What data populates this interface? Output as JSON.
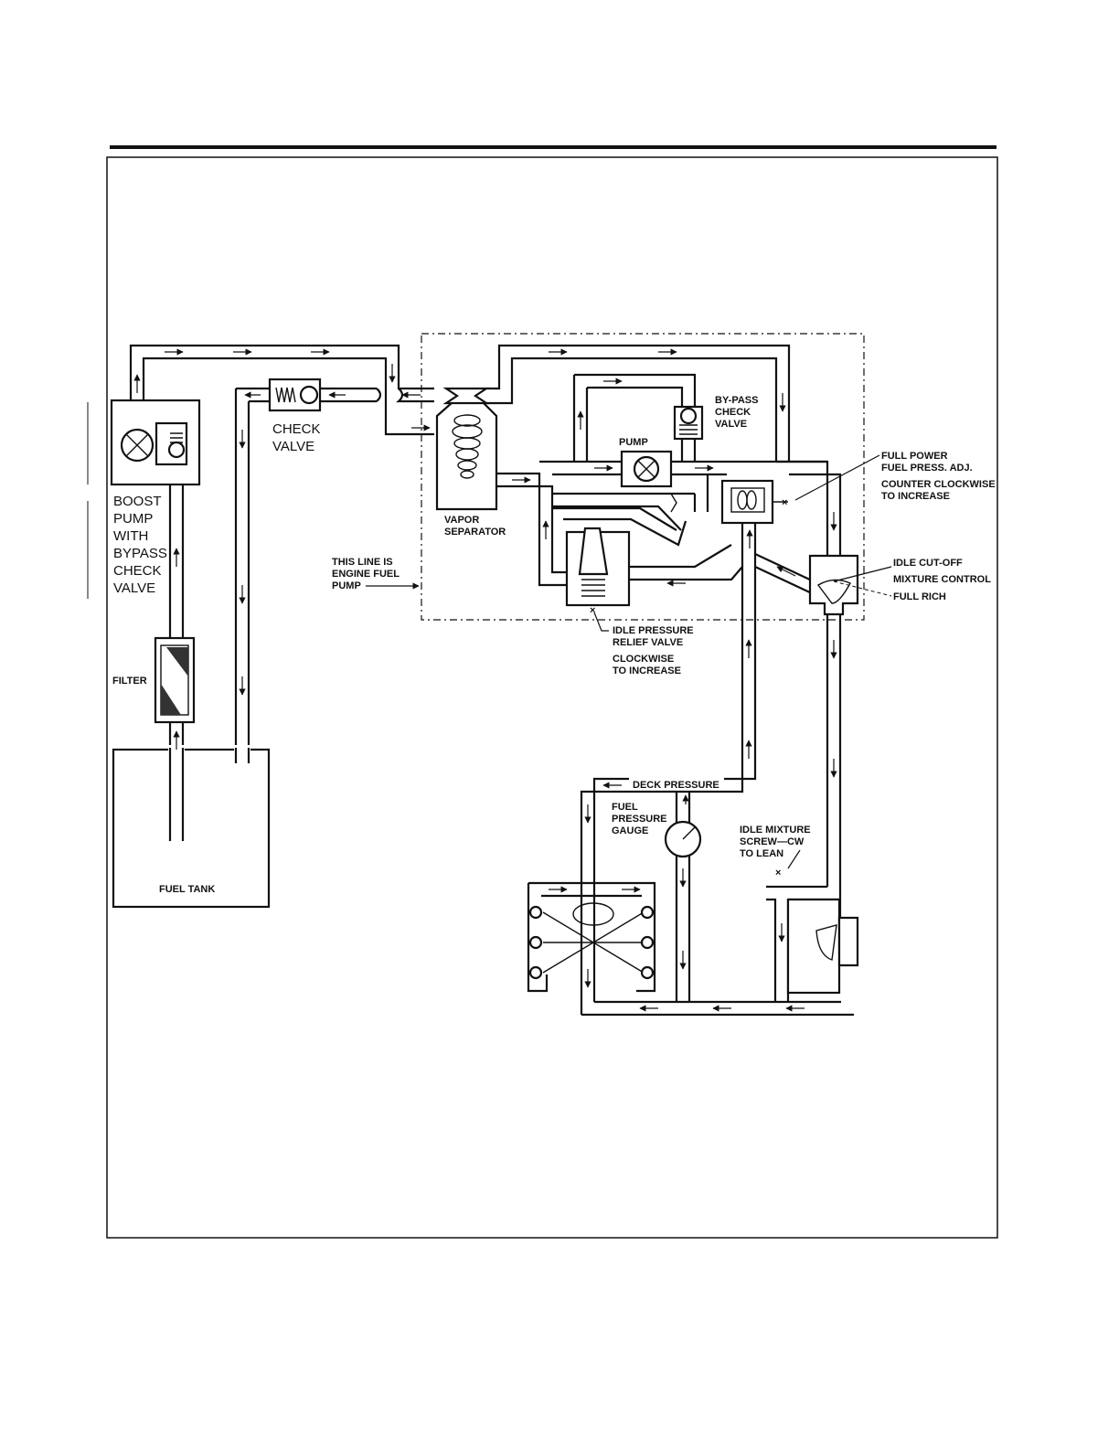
{
  "labels": {
    "check_valve_1": "CHECK",
    "check_valve_2": "VALVE",
    "boost_1": "BOOST",
    "boost_2": "PUMP",
    "boost_3": "WITH",
    "boost_4": "BYPASS",
    "boost_5": "CHECK",
    "boost_6": "VALVE",
    "filter": "FILTER",
    "fuel_tank": "FUEL TANK",
    "vapor_1": "VAPOR",
    "vapor_2": "SEPARATOR",
    "pump": "PUMP",
    "bypass_1": "BY-PASS",
    "bypass_2": "CHECK",
    "bypass_3": "VALVE",
    "full_power_1": "FULL POWER",
    "full_power_2": "FUEL PRESS. ADJ.",
    "full_power_3": "COUNTER CLOCKWISE",
    "full_power_4": "TO INCREASE",
    "engine_line_1": "THIS LINE IS",
    "engine_line_2": "ENGINE FUEL",
    "engine_line_3": "PUMP",
    "idle_cutoff": "IDLE CUT-OFF",
    "mixture_control": "MIXTURE CONTROL",
    "full_rich": "FULL RICH",
    "idle_relief_1": "IDLE PRESSURE",
    "idle_relief_2": "RELIEF VALVE",
    "idle_relief_3": "CLOCKWISE",
    "idle_relief_4": "TO INCREASE",
    "deck_pressure": "DECK PRESSURE",
    "gauge_1": "FUEL",
    "gauge_2": "PRESSURE",
    "gauge_3": "GAUGE",
    "idle_mixture_1": "IDLE MIXTURE",
    "idle_mixture_2": "SCREW—CW",
    "idle_mixture_3": "TO LEAN"
  }
}
